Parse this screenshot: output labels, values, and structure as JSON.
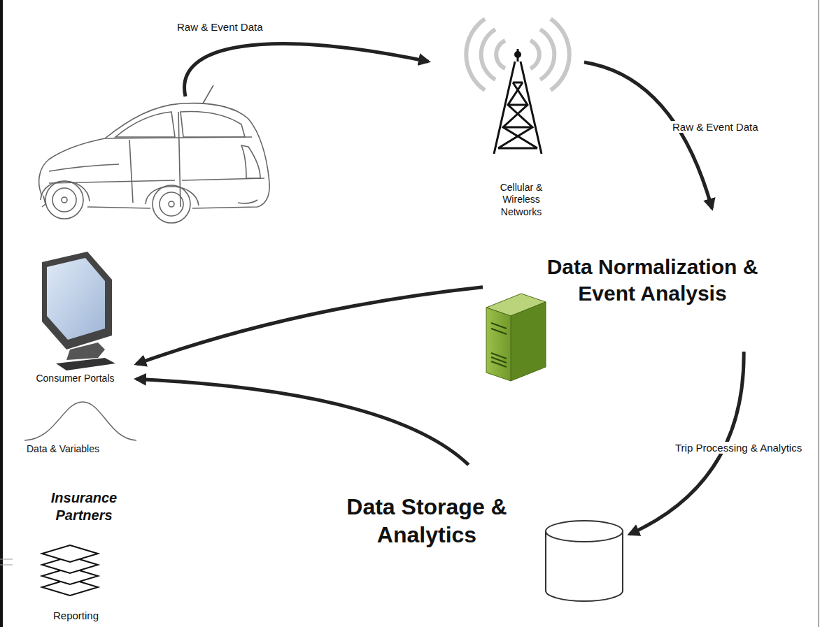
{
  "diagram": {
    "nodes": [
      {
        "text": [
          "Cellular & Wireless Networks"
        ]
      },
      {
        "text": [
          "Data Normalization & Event Analysis"
        ]
      },
      {
        "text": [
          "Consumer Portals"
        ]
      },
      {
        "text": [
          "Data Storage & Analytics"
        ]
      }
    ],
    "edges": [
      {
        "from": 0,
        "to": 1,
        "label": "Raw & Event Data",
        "arrow": "to"
      },
      {
        "from": 1,
        "to": 3,
        "label": "Trip Processing & Analytics",
        "arrow": "to"
      },
      {
        "from": 1,
        "to": 2,
        "arrow": "to"
      },
      {
        "from": 3,
        "to": 2,
        "arrow": "to"
      }
    ],
    "labels": [
      "Raw & Event Data",
      "Data & Variables",
      "Insurance Partners",
      "Reporting"
    ]
  }
}
